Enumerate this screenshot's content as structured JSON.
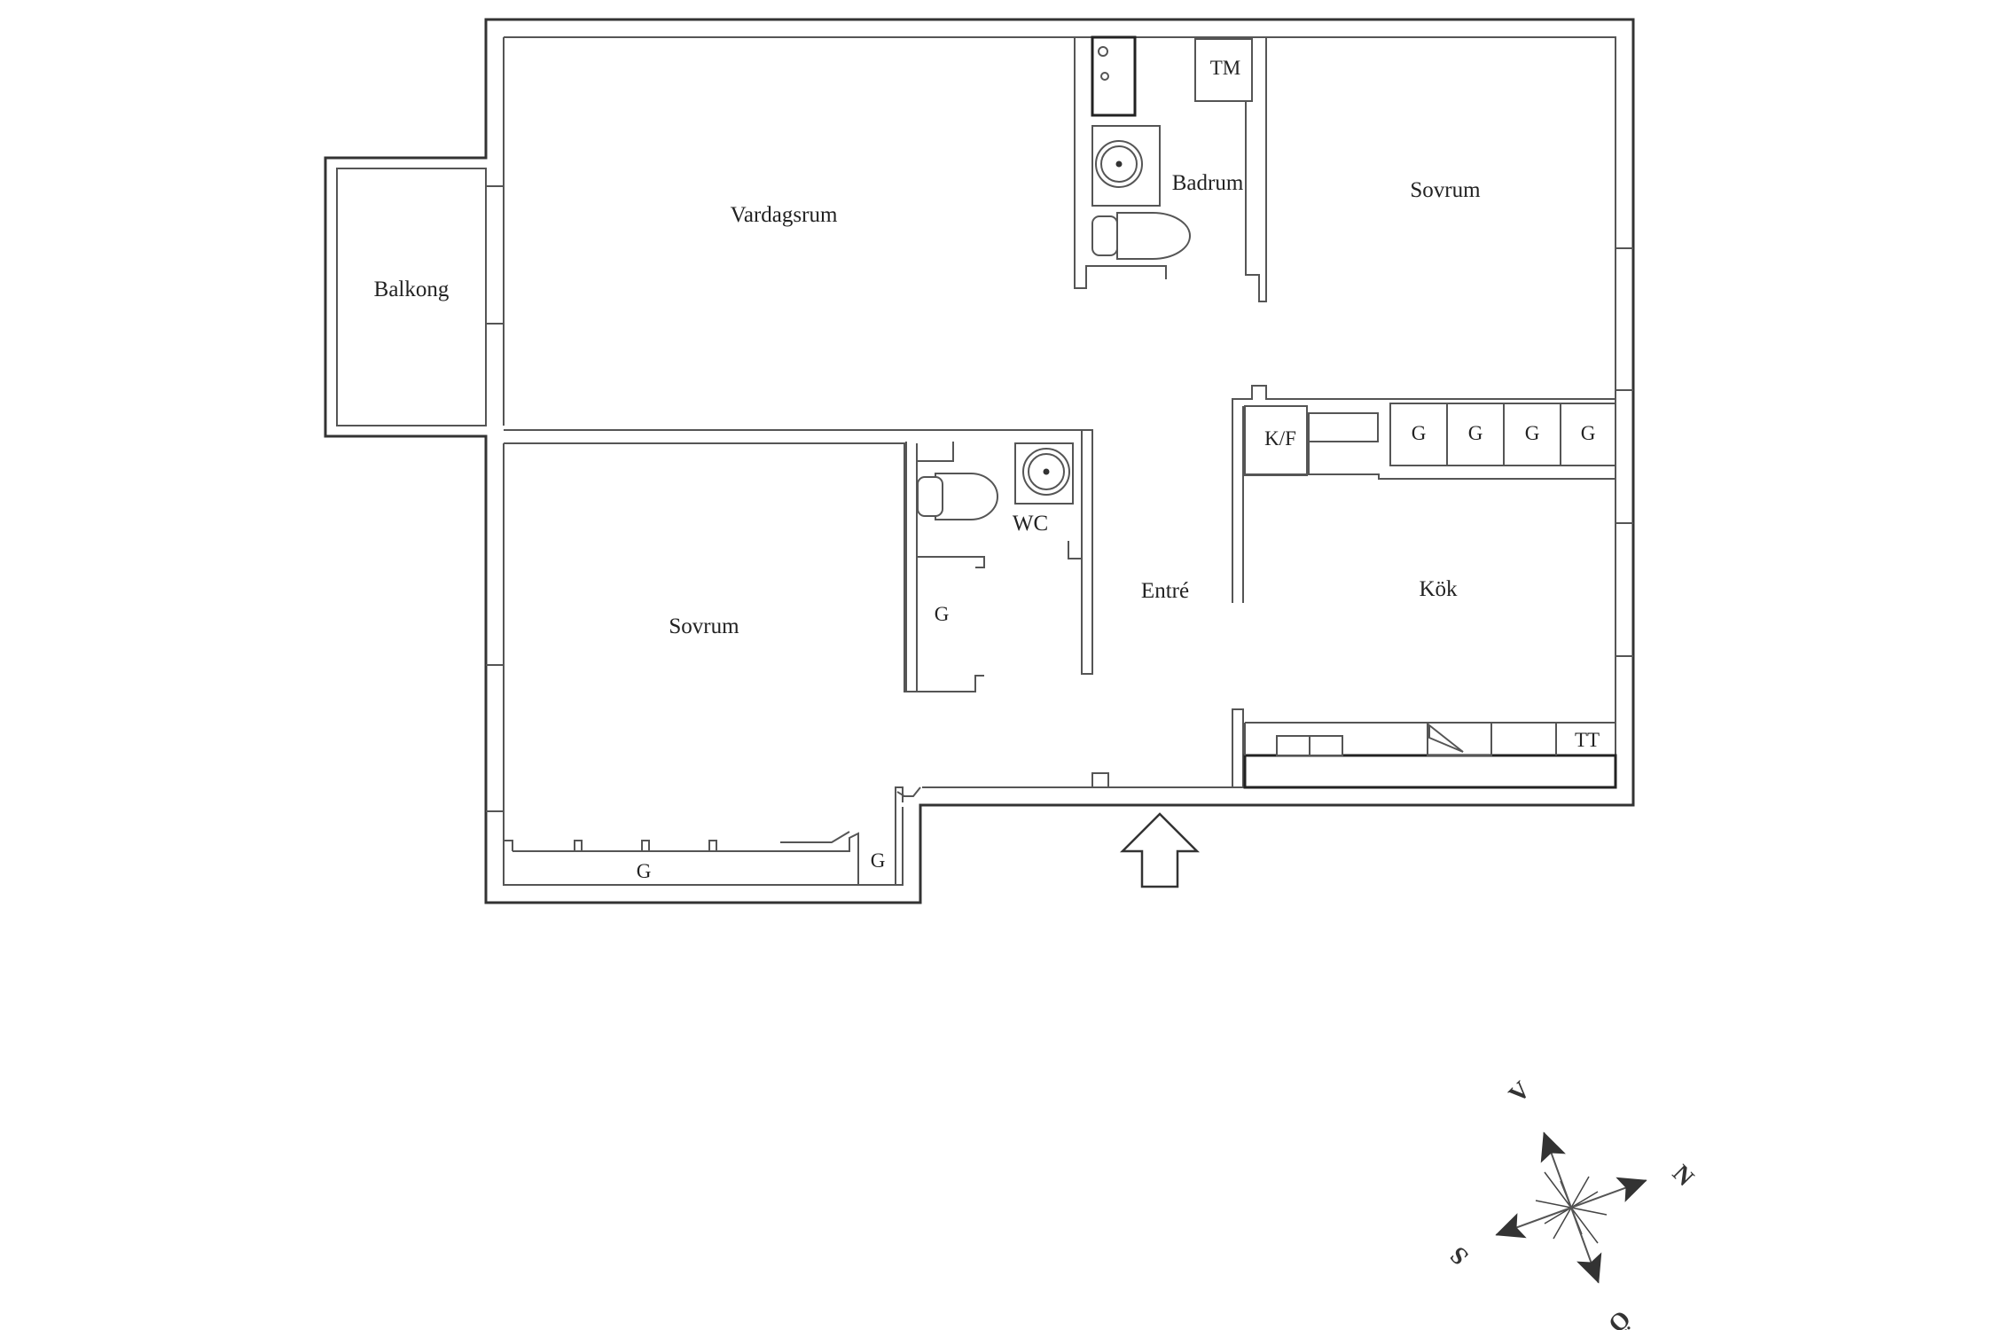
{
  "rooms": {
    "balcony": "Balkong",
    "living_room": "Vardagsrum",
    "bathroom": "Badrum",
    "bedroom_1": "Sovrum",
    "bedroom_2": "Sovrum",
    "wc": "WC",
    "entrance": "Entré",
    "kitchen": "Kök"
  },
  "fixtures": {
    "washing_machine": "TM",
    "fridge_freezer": "K/F",
    "tumble_dryer": "TT",
    "wardrobe": "G"
  },
  "compass": {
    "north": "N",
    "south": "S",
    "east": "Ö",
    "west": "V"
  },
  "colors": {
    "walls": "#333333",
    "background": "#ffffff"
  }
}
